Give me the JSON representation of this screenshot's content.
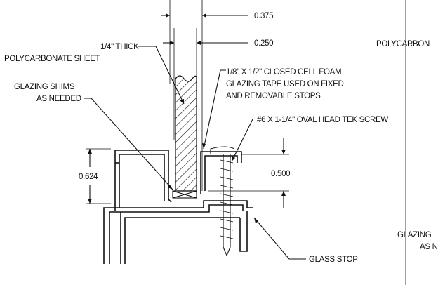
{
  "labels": {
    "dim_0375": "0.375",
    "dim_0250": "0.250",
    "sheet_line1": "1/4\" THICK",
    "sheet_line2": "POLYCARBONATE SHEET",
    "poly_right_cut": "POLYCARBON",
    "tape_line1": "1/8\" X 1/2\" CLOSED CELL FOAM",
    "tape_line2": "GLAZING TAPE USED ON FIXED",
    "tape_line3": "AND REMOVABLE STOPS",
    "shims_line1": "GLAZING SHIMS",
    "shims_line2": "AS NEEDED",
    "screw": "#6 X 1-1/4\" OVAL HEAD TEK SCREW",
    "dim_0624": "0.624",
    "dim_0500": "0.500",
    "glazing_right_cut1": "GLAZING",
    "glazing_right_cut2": "AS N",
    "glass_stop": "GLASS STOP"
  }
}
